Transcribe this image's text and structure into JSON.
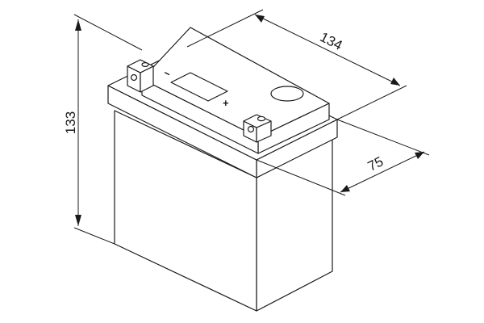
{
  "dimensions": {
    "height": "133",
    "length": "134",
    "width": "75"
  },
  "terminals": {
    "negative_symbol": "−",
    "positive_symbol": "+"
  },
  "colors": {
    "line": "#1a1a1a",
    "background": "#ffffff"
  }
}
